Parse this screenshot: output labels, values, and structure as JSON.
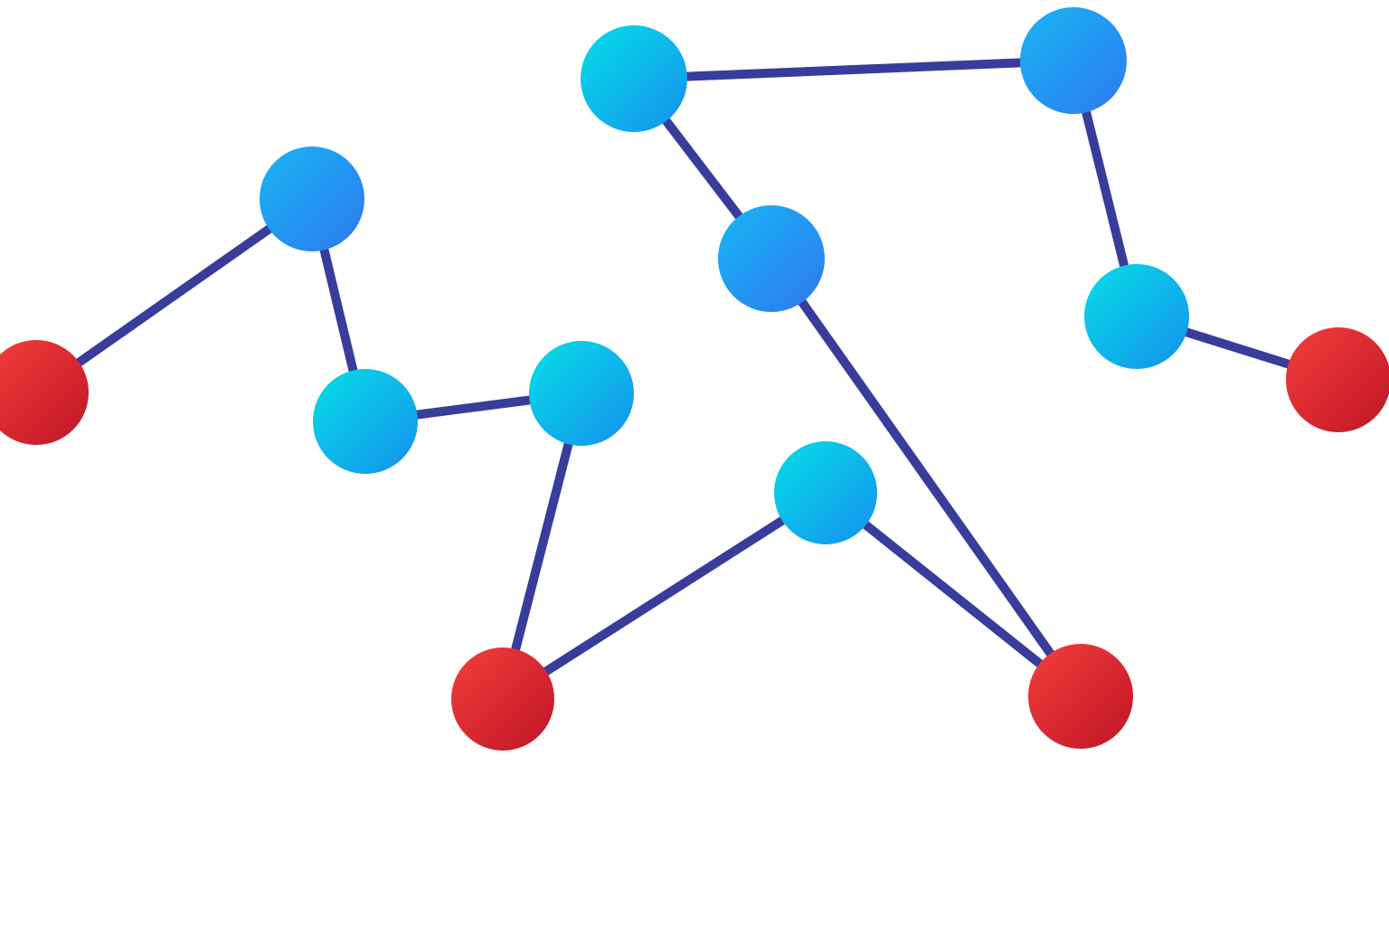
{
  "colors": {
    "edge": "#383d9c",
    "blue_node": [
      "#1ab0f3",
      "#2b7ff0"
    ],
    "cyan_node": [
      "#07d6e6",
      "#1498ee"
    ],
    "red_node": [
      "#ee3a3a",
      "#c41a28"
    ]
  },
  "nodes": [
    {
      "id": "n1",
      "kind": "red"
    },
    {
      "id": "n2",
      "kind": "blue"
    },
    {
      "id": "n3",
      "kind": "cyan"
    },
    {
      "id": "n4",
      "kind": "cyan"
    },
    {
      "id": "n5",
      "kind": "red"
    },
    {
      "id": "n6",
      "kind": "cyan"
    },
    {
      "id": "n7",
      "kind": "blue"
    },
    {
      "id": "n8",
      "kind": "cyan"
    },
    {
      "id": "n9",
      "kind": "red"
    },
    {
      "id": "n10",
      "kind": "blue"
    },
    {
      "id": "n11",
      "kind": "cyan"
    },
    {
      "id": "n12",
      "kind": "red"
    }
  ],
  "edges": [
    [
      "n1",
      "n2"
    ],
    [
      "n2",
      "n3"
    ],
    [
      "n3",
      "n4"
    ],
    [
      "n4",
      "n5"
    ],
    [
      "n5",
      "n8"
    ],
    [
      "n8",
      "n9"
    ],
    [
      "n7",
      "n9"
    ],
    [
      "n6",
      "n7"
    ],
    [
      "n6",
      "n10"
    ],
    [
      "n10",
      "n11"
    ],
    [
      "n11",
      "n12"
    ]
  ]
}
